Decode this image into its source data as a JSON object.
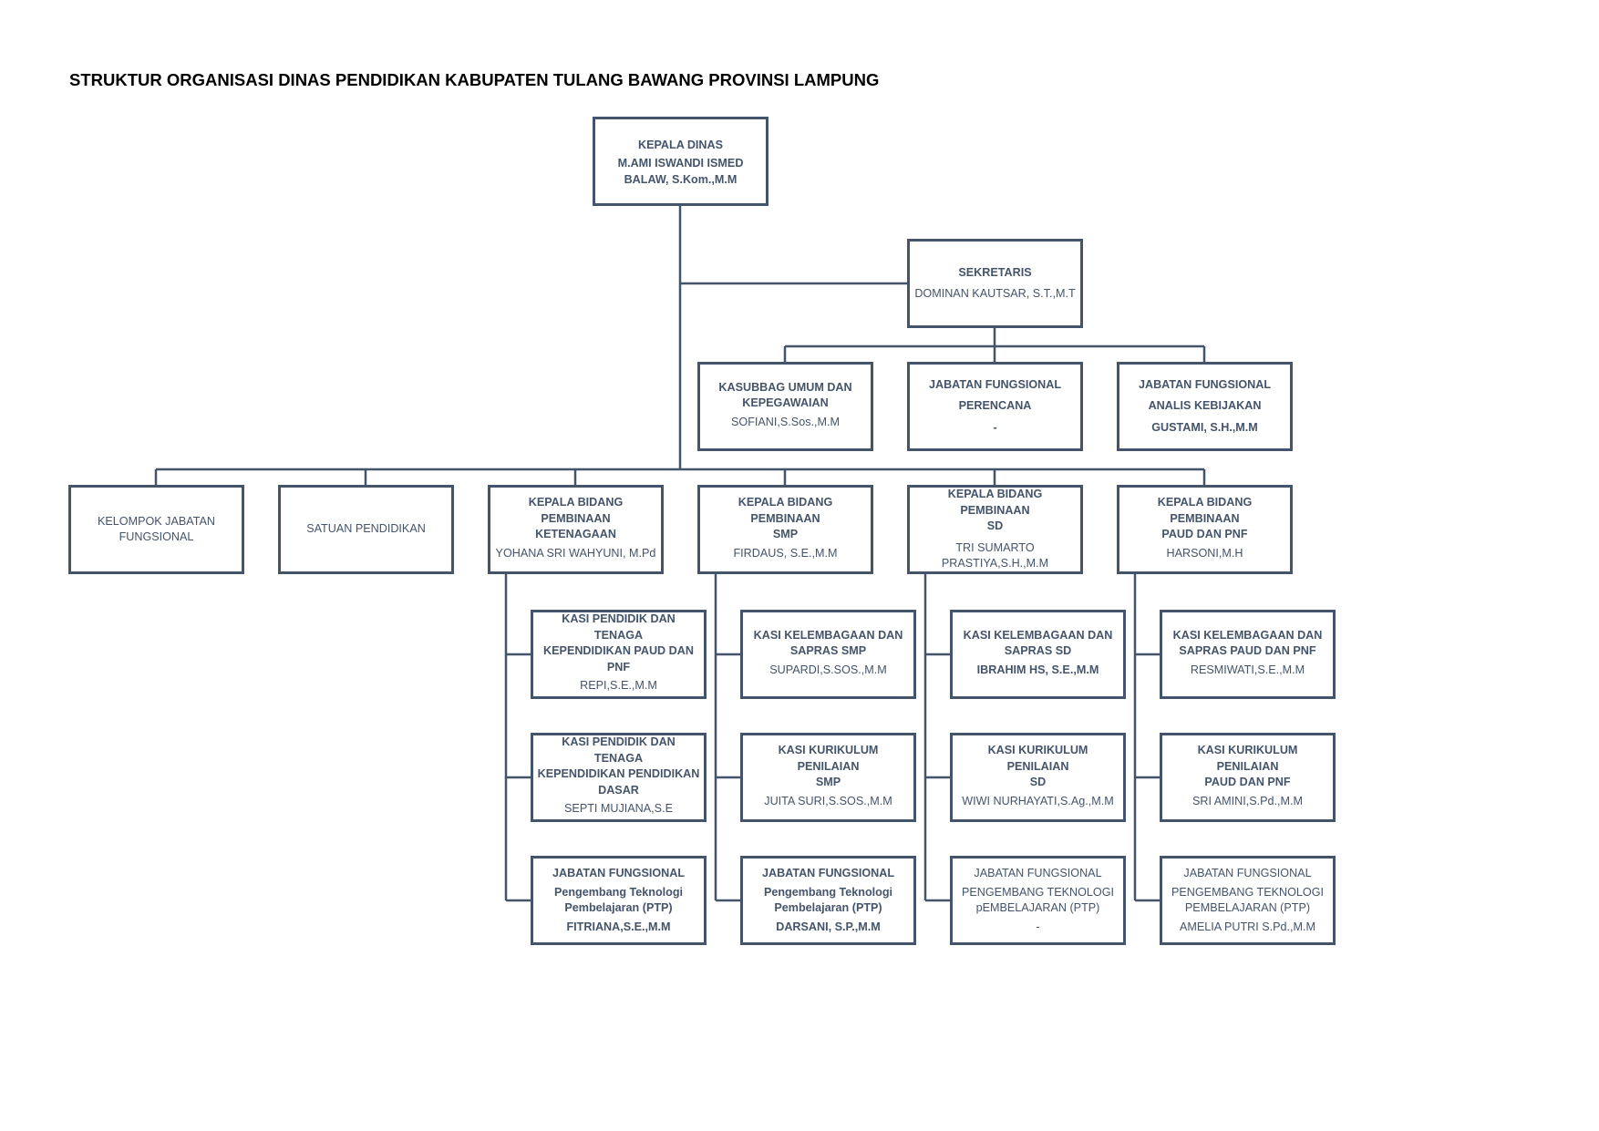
{
  "title": "STRUKTUR ORGANISASI DINAS PENDIDIKAN KABUPATEN TULANG BAWANG PROVINSI LAMPUNG",
  "head": {
    "role": "KEPALA DINAS",
    "name_line1": "M.AMI ISWANDI ISMED",
    "name_line2": "BALAW, S.Kom.,M.M"
  },
  "secretary": {
    "role": "SEKRETARIS",
    "name": "DOMINAN KAUTSAR, S.T.,M.T"
  },
  "secretariat_units": [
    {
      "line1": "KASUBBAG UMUM DAN",
      "line2": "KEPEGAWAIAN",
      "name": "SOFIANI,S.Sos.,M.M"
    },
    {
      "line1": "JABATAN FUNGSIONAL",
      "line2": "PERENCANA",
      "name": "-"
    },
    {
      "line1": "JABATAN FUNGSIONAL",
      "line2": "ANALIS KEBIJAKAN",
      "name": "GUSTAMI, S.H.,M.M"
    }
  ],
  "groups": [
    {
      "line1": "KELOMPOK JABATAN",
      "line2": "FUNGSIONAL"
    },
    {
      "line1": "SATUAN PENDIDIKAN"
    }
  ],
  "divisions": [
    {
      "line1": "KEPALA BIDANG  PEMBINAAN",
      "line2": "KETENAGAAN",
      "name": "YOHANA SRI WAHYUNI, M.Pd",
      "sections": [
        {
          "lines": [
            "KASI PENDIDIK DAN TENAGA",
            "KEPENDIDIKAN PAUD DAN",
            "PNF"
          ],
          "name": "REPI,S.E.,M.M"
        },
        {
          "lines": [
            "KASI PENDIDIK DAN TENAGA",
            "KEPENDIDIKAN PENDIDIKAN",
            "DASAR"
          ],
          "name": "SEPTI MUJIANA,S.E"
        },
        {
          "lines": [
            "JABATAN FUNGSIONAL"
          ],
          "sub": [
            "Pengembang Teknologi",
            "Pembelajaran (PTP)"
          ],
          "name": "FITRIANA,S.E.,M.M"
        }
      ]
    },
    {
      "line1": "KEPALA BIDANG PEMBINAAN",
      "line2": "SMP",
      "name": "FIRDAUS, S.E.,M.M",
      "sections": [
        {
          "lines": [
            "KASI KELEMBAGAAN DAN",
            "SAPRAS SMP"
          ],
          "name": "SUPARDI,S.SOS.,M.M"
        },
        {
          "lines": [
            "KASI KURIKULUM PENILAIAN",
            "SMP"
          ],
          "name": "JUITA SURI,S.SOS.,M.M"
        },
        {
          "lines": [
            "JABATAN FUNGSIONAL"
          ],
          "sub": [
            "Pengembang Teknologi",
            "Pembelajaran (PTP)"
          ],
          "name": "DARSANI, S.P.,M.M"
        }
      ]
    },
    {
      "line1": "KEPALA BIDANG PEMBINAAN",
      "line2": "SD",
      "name_line1": "TRI SUMARTO",
      "name_line2": "PRASTIYA,S.H.,M.M",
      "sections": [
        {
          "lines": [
            "KASI KELEMBAGAAN DAN",
            "SAPRAS SD"
          ],
          "name": "IBRAHIM HS, S.E.,M.M"
        },
        {
          "lines": [
            "KASI KURIKULUM PENILAIAN",
            "SD"
          ],
          "name": "WIWI NURHAYATI,S.Ag.,M.M"
        },
        {
          "lines": [
            "JABATAN FUNGSIONAL"
          ],
          "sub": [
            "PENGEMBANG TEKNOLOGI",
            "pEMBELAJARAN (PTP)"
          ],
          "name": "-"
        }
      ]
    },
    {
      "line1": "KEPALA BIDANG  PEMBINAAN",
      "line2": "PAUD DAN PNF",
      "name": "HARSONI,M.H",
      "sections": [
        {
          "lines": [
            "KASI KELEMBAGAAN DAN",
            "SAPRAS PAUD  DAN PNF"
          ],
          "name": "RESMIWATI,S.E.,M.M"
        },
        {
          "lines": [
            "KASI KURIKULUM PENILAIAN",
            "PAUD DAN PNF"
          ],
          "name": "SRI AMINI,S.Pd.,M.M"
        },
        {
          "lines": [
            "JABATAN FUNGSIONAL"
          ],
          "sub": [
            "PENGEMBANG TEKNOLOGI",
            "PEMBELAJARAN (PTP)"
          ],
          "name": "AMELIA PUTRI S.Pd.,M.M"
        }
      ]
    }
  ]
}
